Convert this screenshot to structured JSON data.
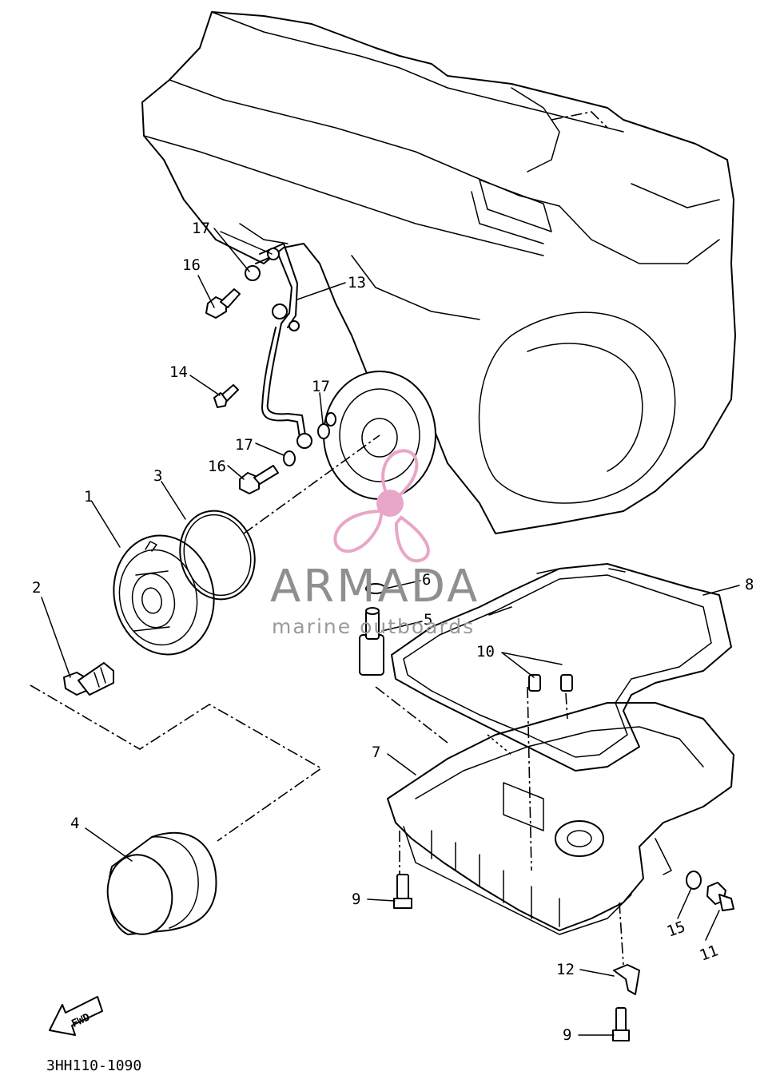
{
  "diagram_code": "3HH110-1090",
  "direction_badge": "FWD",
  "watermark": {
    "brand": "ARMADA",
    "tagline": "marine outboards",
    "logo_color": "#e8a6c8",
    "text_color": "#8f8f8f"
  },
  "callouts": [
    "1",
    "2",
    "3",
    "4",
    "5",
    "6",
    "7",
    "8",
    "9",
    "9",
    "10",
    "11",
    "12",
    "13",
    "14",
    "15",
    "16",
    "16",
    "17",
    "17",
    "17"
  ]
}
